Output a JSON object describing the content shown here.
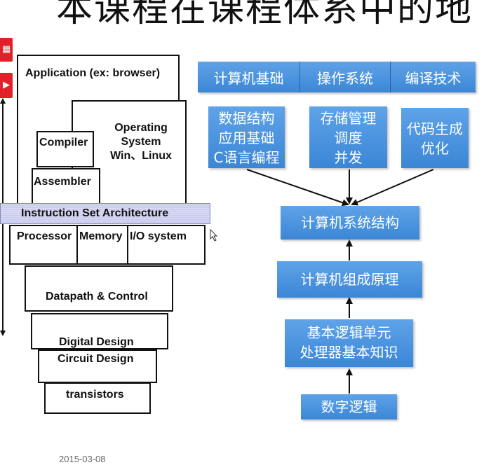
{
  "slide": {
    "title": "本课程在课程体系中的地",
    "date": "2015-03-08"
  },
  "hierarchy": {
    "application": "Application (ex: browser)",
    "compiler": "Compiler",
    "os_line1": "Operating",
    "os_line2": "System",
    "os_line3": "Win、Linux",
    "assembler": "Assembler",
    "isa": "Instruction Set Architecture",
    "processor": "Processor",
    "memory": "Memory",
    "io": "I/O system",
    "datapath": "Datapath & Control",
    "digital": "Digital  Design",
    "circuit": "Circuit Design",
    "transistors": "transistors"
  },
  "curriculum": {
    "top": [
      "计算机基础",
      "操作系统",
      "编译技术"
    ],
    "col1": [
      "数据结构",
      "应用基础",
      "C语言编程"
    ],
    "col2": [
      "存储管理",
      "调度",
      "并发"
    ],
    "col3": [
      "代码生成",
      "优化"
    ],
    "arch": "计算机系统结构",
    "org": "计算机组成原理",
    "logic1": "基本逻辑单元",
    "logic2": "处理器基本知识",
    "digital": "数字逻辑"
  },
  "colors": {
    "box_blue": "#4a94de",
    "tab_red": "#e0212a",
    "isa_band": "#c9ccee"
  }
}
